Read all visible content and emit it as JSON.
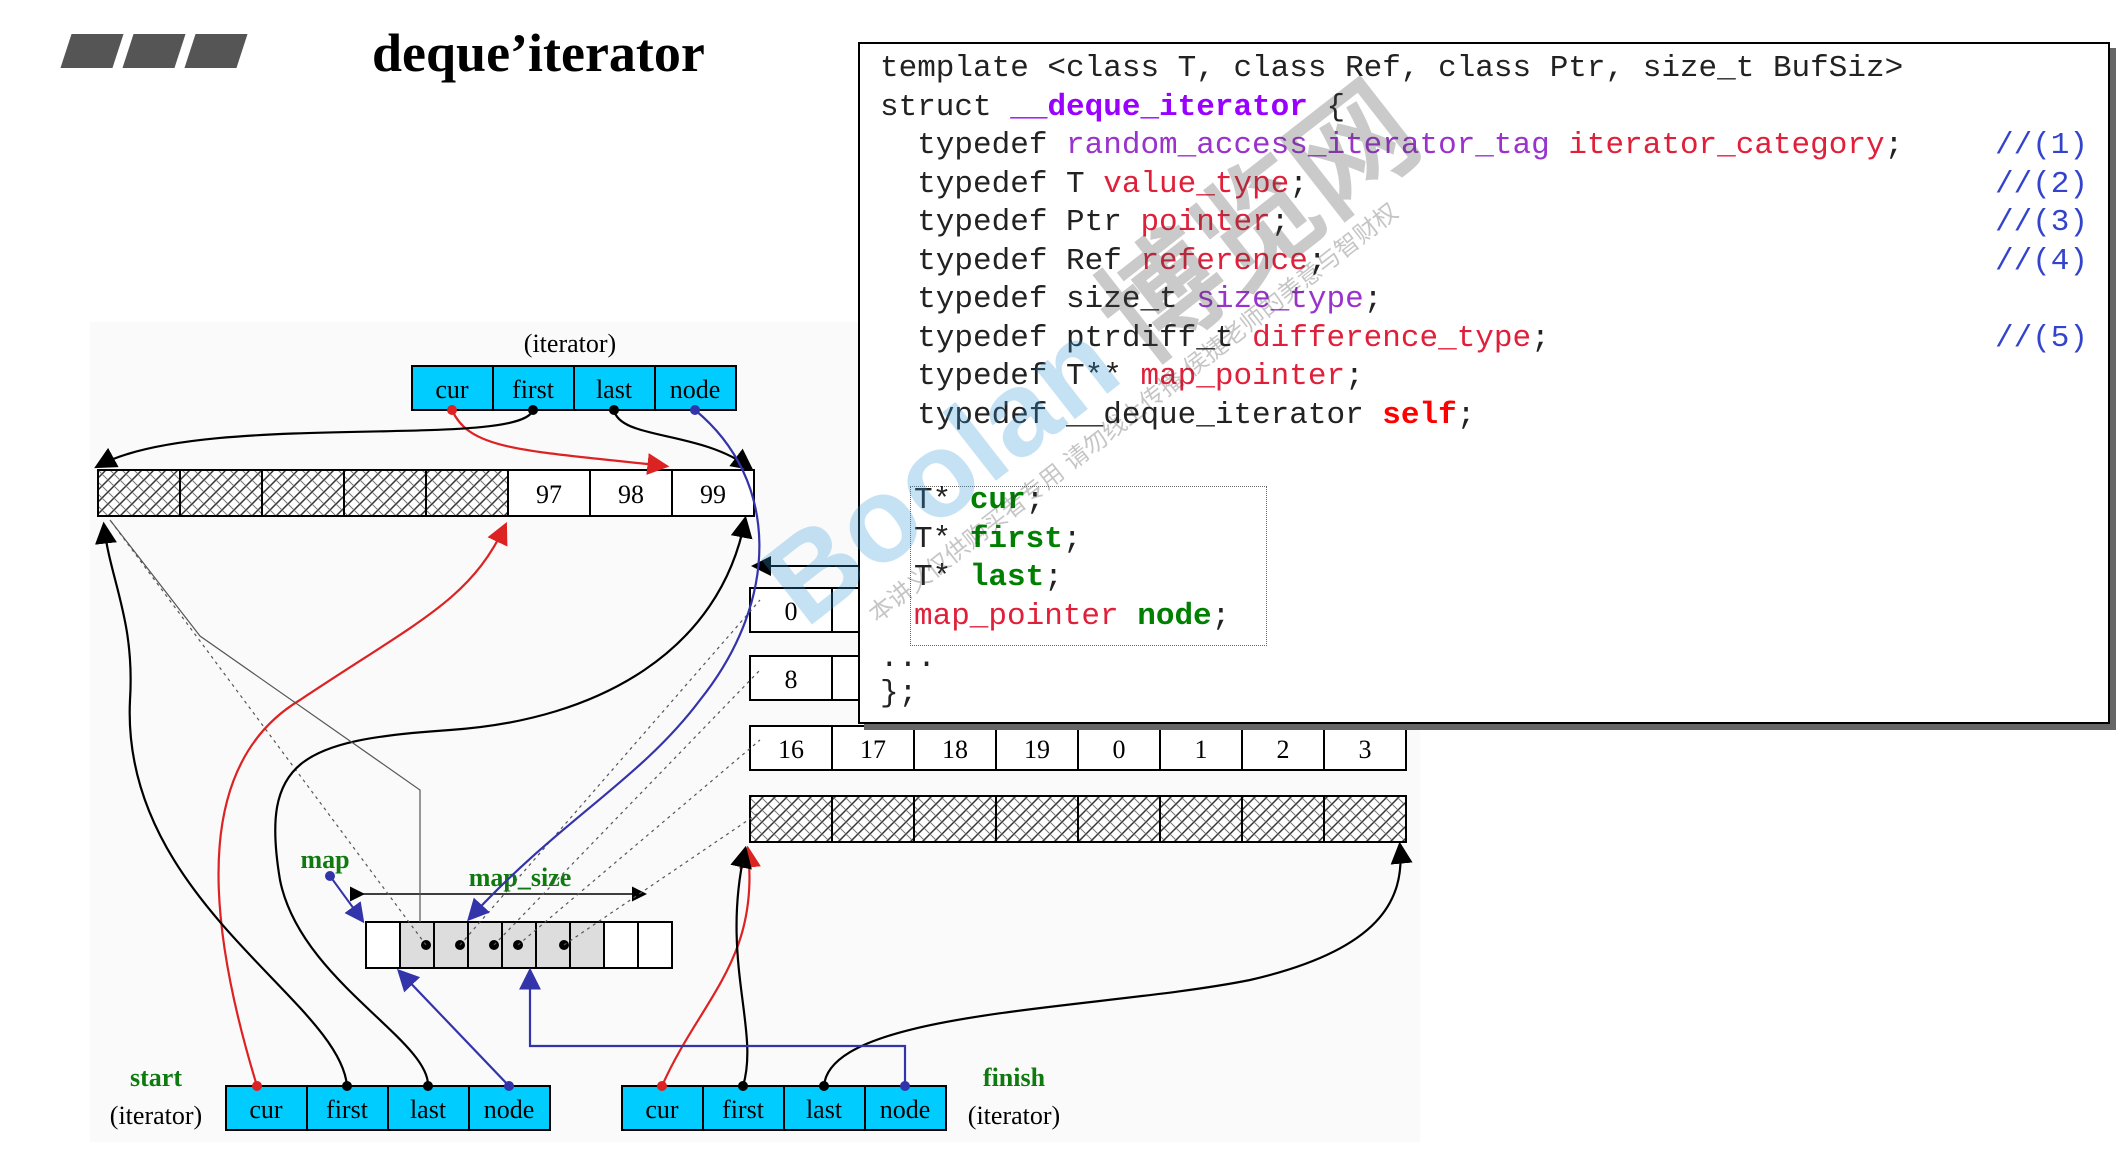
{
  "title": "deque’iterator",
  "diagram": {
    "iterator_label": "(iterator)",
    "iterator_fields": [
      "cur",
      "first",
      "last",
      "node"
    ],
    "top_buffer": [
      "",
      "",
      "",
      "",
      "",
      "97",
      "98",
      "99"
    ],
    "map_slots_visible": [
      "0",
      "8"
    ],
    "mid_buffer": [
      "16",
      "17",
      "18",
      "19",
      "0",
      "1",
      "2",
      "3"
    ],
    "map_label": "map",
    "map_size_label": "map_size",
    "start_label": "start",
    "start_sub": "(iterator)",
    "finish_label": "finish",
    "finish_sub": "(iterator)"
  },
  "code": {
    "lines": [
      {
        "text": "template <class T, class Ref, class Ptr, size_t BufSiz>"
      },
      {
        "pre": "struct ",
        "name": "__deque_iterator",
        "post": " {"
      },
      {
        "kw": "  typedef ",
        "t1": "random_access_iterator_tag",
        "t2": " iterator_category",
        "end": ";",
        "comment": "//(1)"
      },
      {
        "kw": "  typedef T ",
        "t2": "value_type",
        "end": ";",
        "comment": "//(2)"
      },
      {
        "kw": "  typedef Ptr ",
        "t2": "pointer",
        "end": ";",
        "comment": "//(3)"
      },
      {
        "kw": "  typedef Ref ",
        "t2": "reference",
        "end": ";",
        "comment": "//(4)"
      },
      {
        "kw": "  typedef size_t ",
        "t1": "size_type",
        "end": ";"
      },
      {
        "kw": "  typedef ptrdiff_t ",
        "t2": "difference_type",
        "end": ";",
        "comment": "//(5)"
      },
      {
        "kw": "  typedef T** ",
        "t2": "map_pointer",
        "end": ";"
      },
      {
        "kw": "  typedef __deque_iterator ",
        "self": "self",
        "end": ";"
      }
    ],
    "members": [
      {
        "type": "T* ",
        "name": "cur",
        "end": ";"
      },
      {
        "type": "T* ",
        "name": "first",
        "end": ";"
      },
      {
        "type": "T* ",
        "name": "last",
        "end": ";"
      },
      {
        "type": "map_pointer ",
        "name": "node",
        "end": ";"
      }
    ],
    "ellipsis": "...",
    "close": "};"
  },
  "watermark": {
    "logo": "Boolan",
    "cn": "博览网",
    "line": "本讲义仅供购买者专用 请勿线上传播 侯捷老师的美意与智财权"
  }
}
